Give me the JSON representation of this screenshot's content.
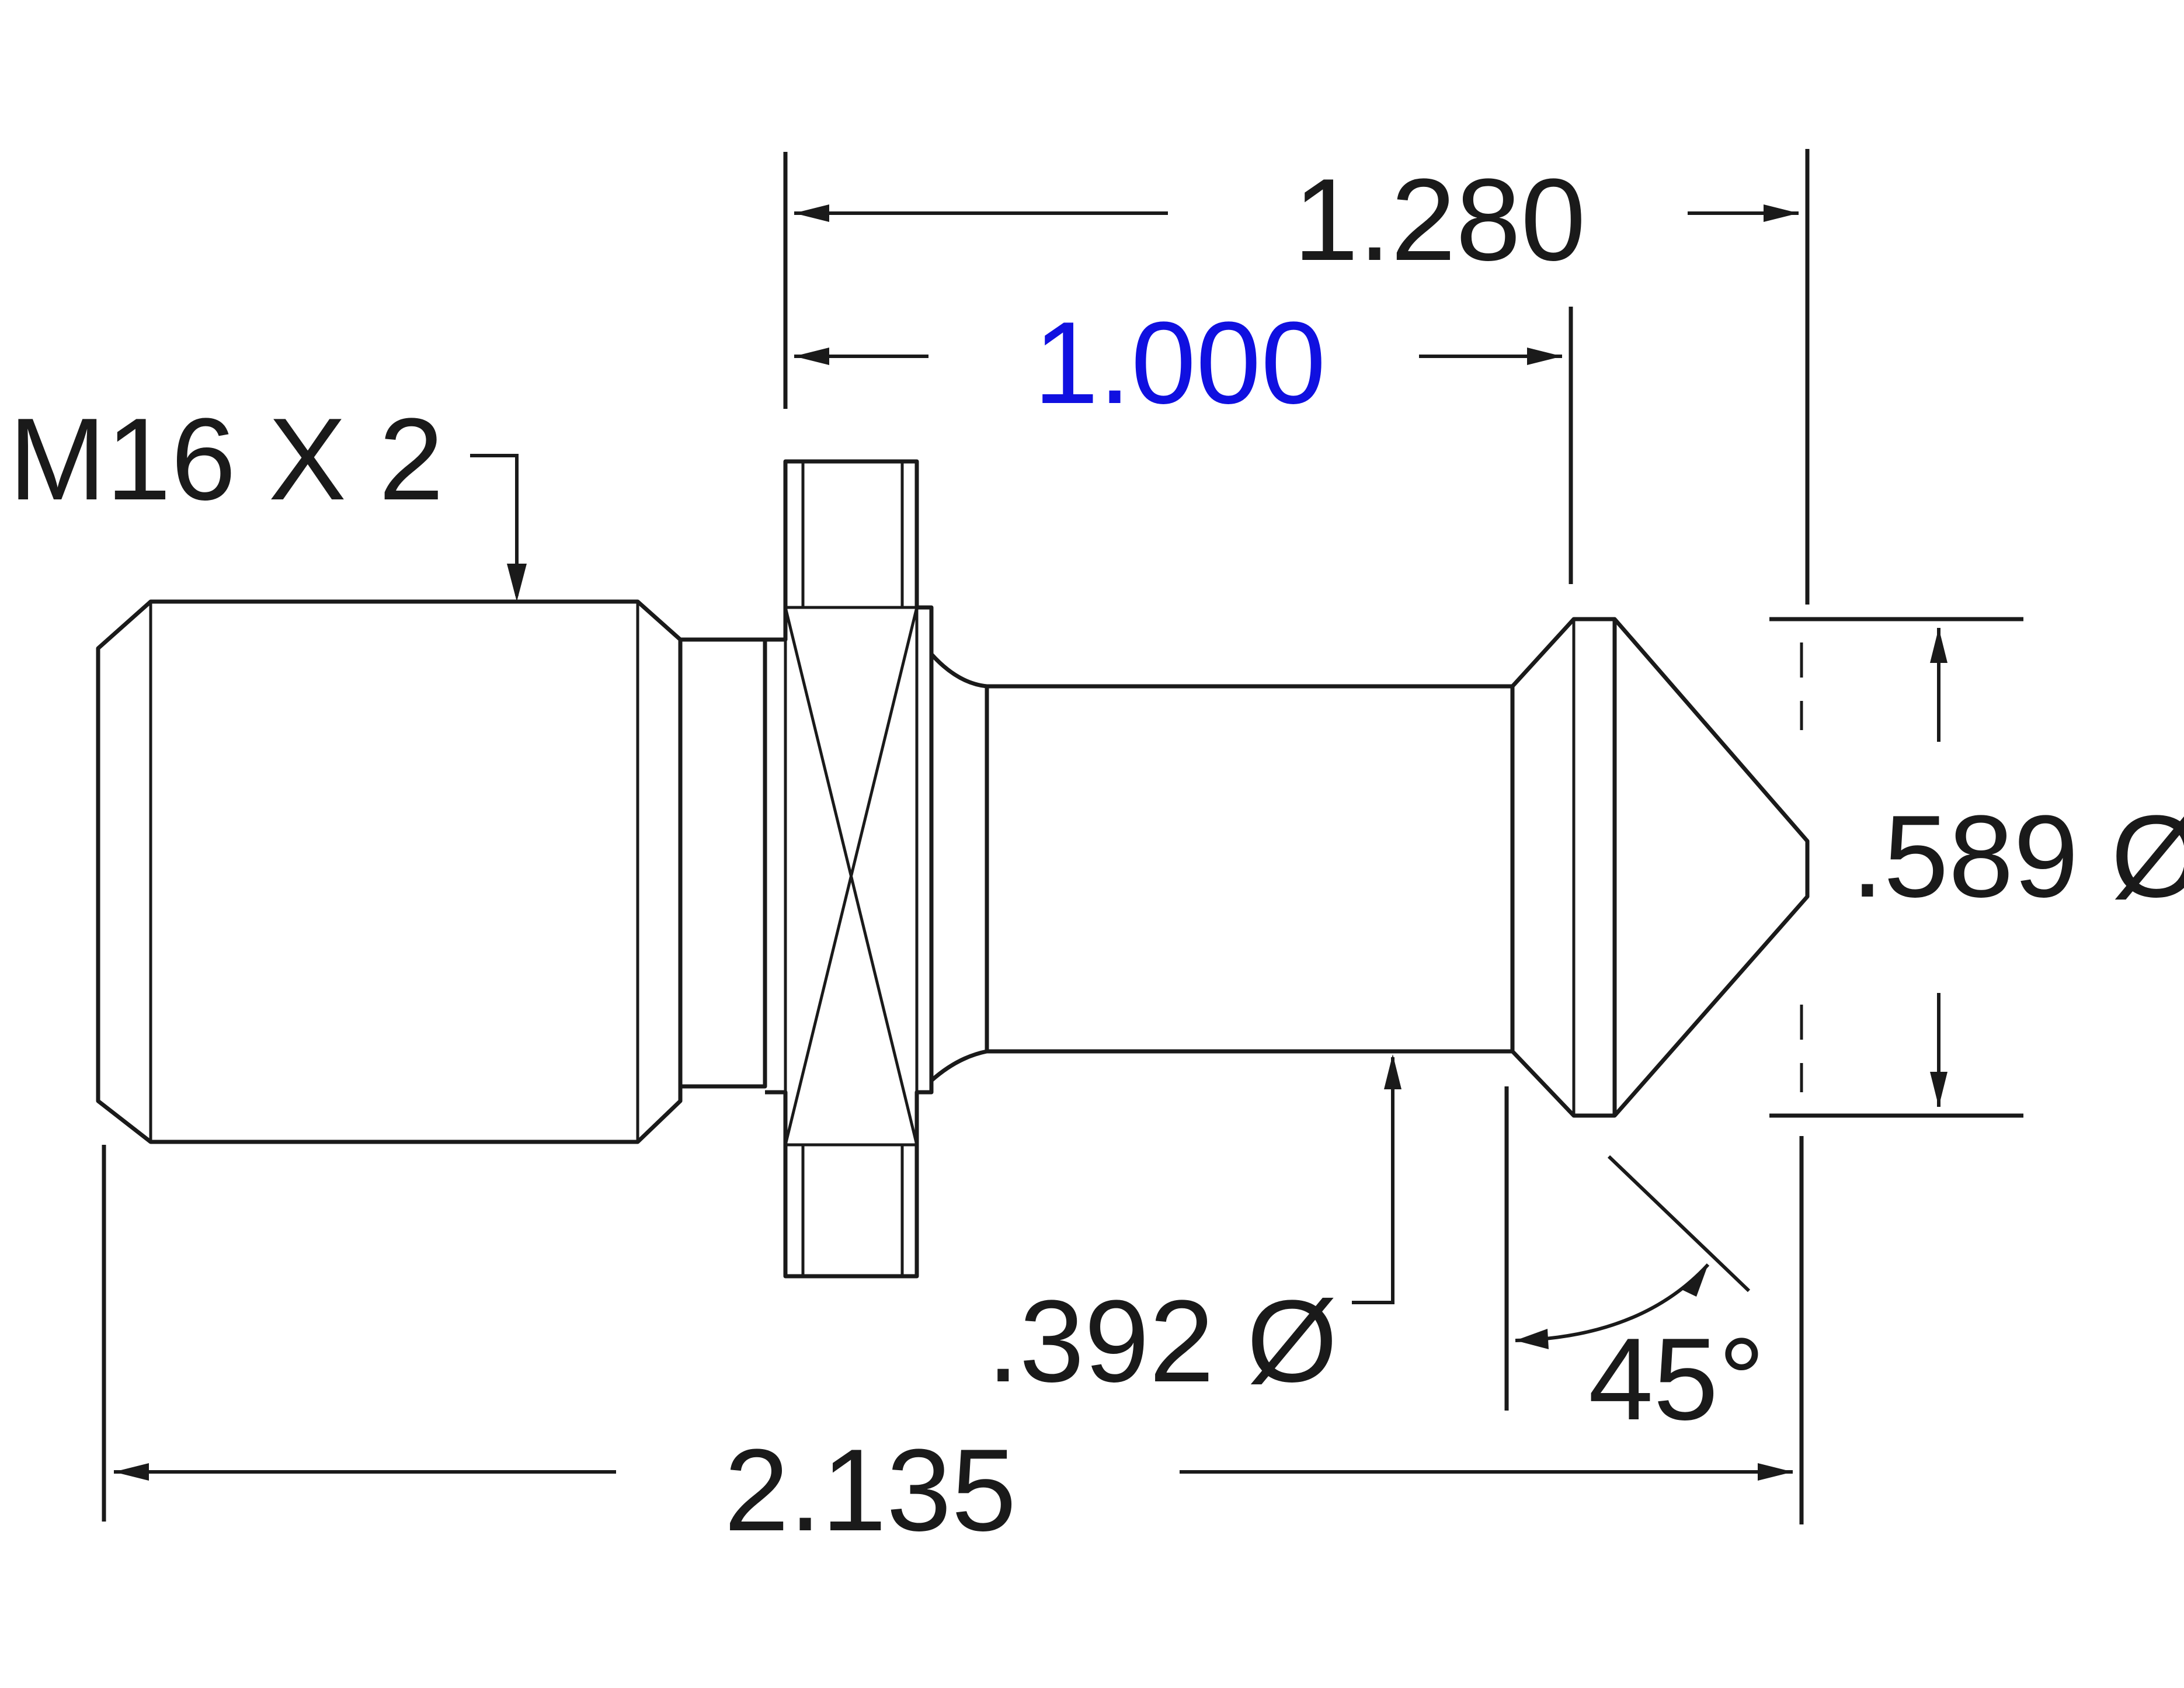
{
  "labels": {
    "overall_length": "1.280",
    "shank_length": "1.000",
    "thread_spec": "M16 X 2",
    "head_diameter": ".589 Ø",
    "neck_diameter": ".392 Ø",
    "angle": "45°",
    "total_length": "2.135"
  },
  "colors": {
    "line": "#1a1a1a",
    "highlight_dimension": "#1010e0"
  }
}
